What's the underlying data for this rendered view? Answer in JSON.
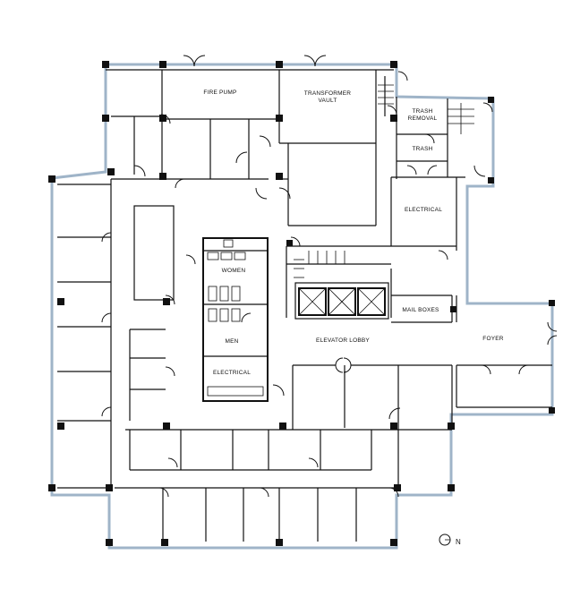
{
  "rooms": {
    "fire_pump": "FIRE PUMP",
    "transformer_vault_1": "TRANSFORMER",
    "transformer_vault_2": "VAULT",
    "trash_removal_1": "TRASH",
    "trash_removal_2": "REMOVAL",
    "trash": "TRASH",
    "electrical_east": "ELECTRICAL",
    "women": "WOMEN",
    "mail_boxes": "MAIL BOXES",
    "men": "MEN",
    "elevator_lobby": "ELEVATOR LOBBY",
    "foyer": "FOYER",
    "electrical_core": "ELECTRICAL"
  },
  "north_arrow": {
    "label": "N"
  },
  "colors": {
    "glazing": "#9fb4c8",
    "walls": "#111111"
  }
}
